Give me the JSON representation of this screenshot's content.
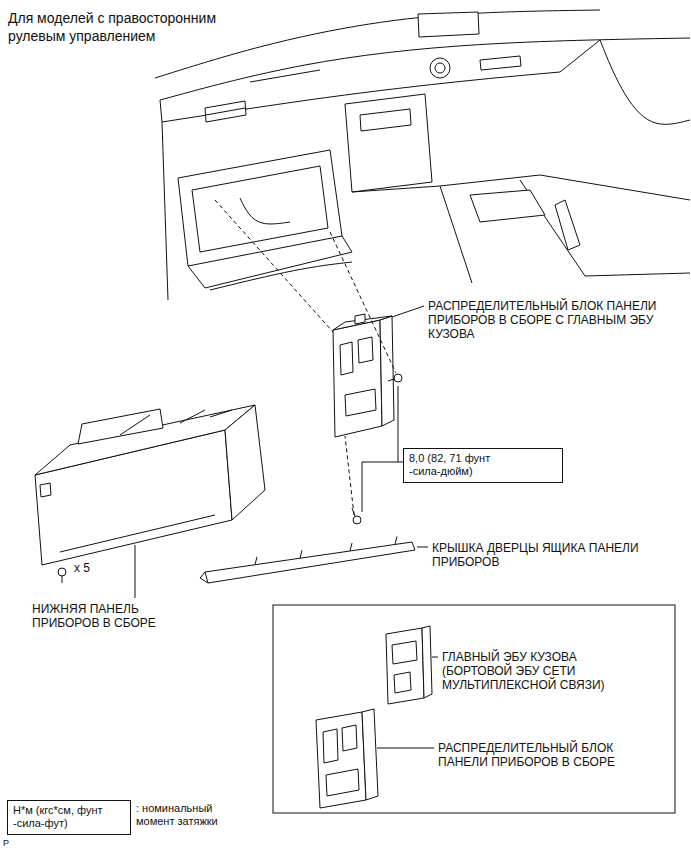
{
  "diagram": {
    "title": "Для моделей с правосторонним рулевым управлением",
    "nodes": [
      {
        "text": [
          "8,0 (82, 71 фунт -сила-дюйм)"
        ]
      },
      {
        "text": [
          "Н*м (кгс*см, фунт -сила-фут)"
        ]
      }
    ],
    "labels": [
      "РАСПРЕДЕЛИТЕЛЬНЫЙ БЛОК ПАНЕЛИ ПРИБОРОВ В СБОРЕ С ГЛАВНЫМ ЭБУ КУЗОВА",
      "x 5",
      "НИЖНЯЯ ПАНЕЛЬ ПРИБОРОВ В СБОРЕ",
      "КРЫШКА ДВЕРЦЫ ЯЩИКА ПАНЕЛИ ПРИБОРОВ",
      "ГЛАВНЫЙ ЭБУ КУЗОВА (БОРТОВОЙ ЭБУ СЕТИ МУЛЬТИПЛЕКСНОЙ СВЯЗИ)",
      "РАСПРЕДЕЛИТЕЛЬНЫЙ БЛОК ПАНЕЛИ ПРИБОРОВ В СБОРЕ",
      ": номинальный момент затяжки",
      "P"
    ]
  }
}
